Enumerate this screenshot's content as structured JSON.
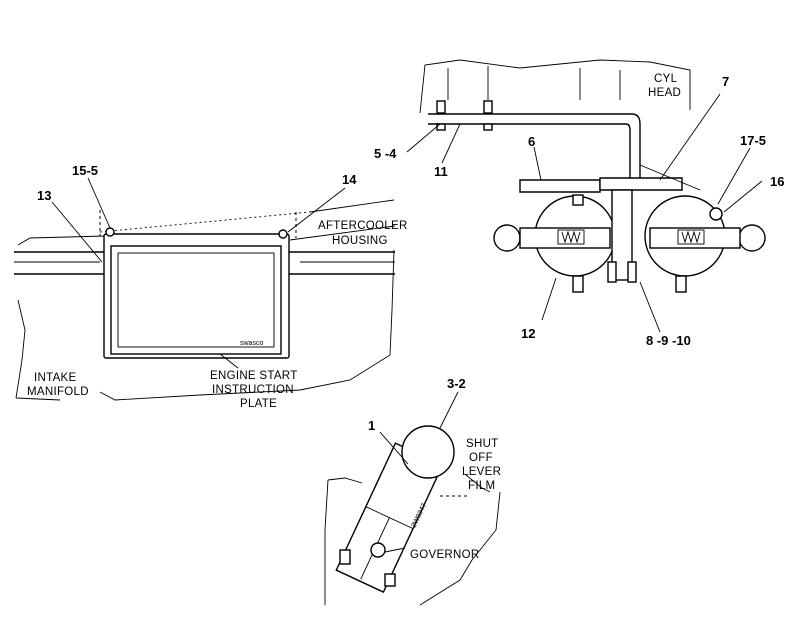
{
  "callouts": {
    "c15_5": "15-5",
    "c13": "13",
    "c14": "14",
    "c5_4": "5 -4",
    "c11": "11",
    "c6": "6",
    "c7": "7",
    "c17_5": "17-5",
    "c16": "16",
    "c12": "12",
    "c8_9_10": "8 -9 -10",
    "c3_2": "3-2",
    "c1": "1"
  },
  "notes": {
    "cyl_head": [
      "CYL",
      "HEAD"
    ],
    "aftercooler": [
      "AFTERCOOLER",
      "HOUSING"
    ],
    "intake": [
      "INTAKE",
      "MANIFOLD"
    ],
    "engine_plate": [
      "ENGINE START",
      "INSTRUCTION",
      "PLATE"
    ],
    "shutoff": [
      "SHUT",
      "OFF",
      "LEVER",
      "FILM"
    ],
    "governor": "GOVERNOR",
    "plate_brand": "swasco",
    "film_number": "2W0347"
  }
}
